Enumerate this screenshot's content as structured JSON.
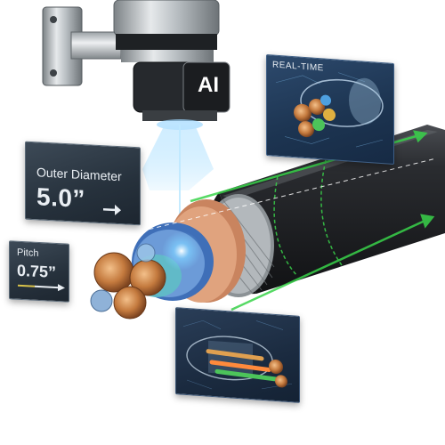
{
  "robot": {
    "badge_label": "AI"
  },
  "measurements": {
    "outer_diameter": {
      "title": "Outer Diameter",
      "value": "5.0”"
    },
    "pitch": {
      "title": "Pitch",
      "value": "0.75”"
    }
  },
  "realtime_panel": {
    "title": "REAL-TIME"
  },
  "colors": {
    "cable_jacket": "#1f2124",
    "copper": "#c47a3e",
    "scan_beam": "#7fd0ff",
    "guide_lines": "#39d34a",
    "panel_bg": "#2b3642"
  },
  "icons": [
    "arrow-right-icon",
    "ai-chip-icon"
  ]
}
